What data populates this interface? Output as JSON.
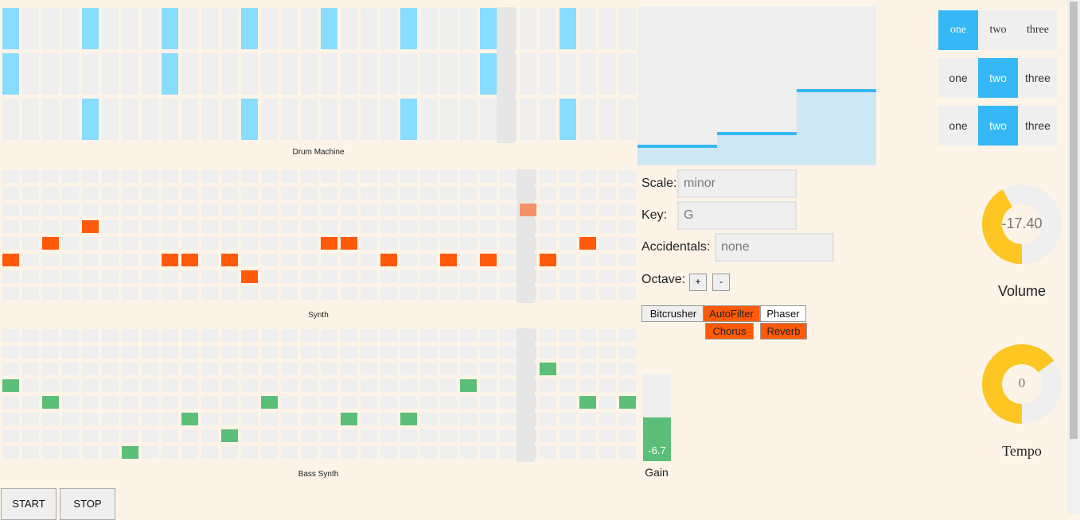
{
  "sequencers": {
    "drum": {
      "label": "Drum Machine",
      "rows": 3,
      "cols": 32,
      "active": [
        [
          0,
          4,
          8,
          12,
          16,
          20,
          24,
          28
        ],
        [
          0,
          8,
          24
        ],
        [
          4,
          12,
          20,
          28
        ]
      ],
      "playhead_col": 25
    },
    "synth": {
      "label": "Synth",
      "rows": 8,
      "cols": 32,
      "active": [
        [],
        [],
        [],
        [
          4
        ],
        [
          2,
          16,
          17,
          29
        ],
        [
          0,
          8,
          9,
          11,
          19,
          22,
          24,
          27
        ],
        [
          12
        ],
        []
      ],
      "highlight": [
        [
          2,
          26
        ]
      ],
      "playhead_col": 26
    },
    "bass": {
      "label": "Bass Synth",
      "rows": 8,
      "cols": 32,
      "active": [
        [],
        [],
        [
          27
        ],
        [
          0,
          23
        ],
        [
          2,
          13,
          29,
          31
        ],
        [
          9,
          17,
          20
        ],
        [
          11
        ],
        [
          6
        ]
      ],
      "playhead_col": 26
    }
  },
  "transport": {
    "start_label": "START",
    "stop_label": "STOP"
  },
  "multislider": {
    "values": [
      0.13,
      0.21,
      0.48
    ]
  },
  "controls": {
    "scale_label": "Scale:",
    "scale_value": "minor",
    "key_label": "Key:",
    "key_value": "G",
    "accidentals_label": "Accidentals:",
    "accidentals_value": "none",
    "octave_label": "Octave:",
    "octave_plus": "+",
    "octave_minus": "-"
  },
  "effects": [
    {
      "label": "Bitcrusher",
      "state": "off"
    },
    {
      "label": "AutoFilter",
      "state": "on"
    },
    {
      "label": "Phaser",
      "state": "off"
    },
    {
      "label": "Chorus",
      "state": "on"
    },
    {
      "label": "Reverb",
      "state": "on"
    }
  ],
  "gain": {
    "value": "-6.7",
    "label": "Gain",
    "level": 0.5
  },
  "radios": [
    {
      "options": [
        "one",
        "two",
        "three"
      ],
      "selected": 0
    },
    {
      "options": [
        "one",
        "two",
        "three"
      ],
      "selected": 1
    },
    {
      "options": [
        "one",
        "two",
        "three"
      ],
      "selected": 1
    }
  ],
  "volume": {
    "value": "-17.40",
    "label": "Volume",
    "fraction": 0.42
  },
  "tempo": {
    "value": "0",
    "label": "Tempo",
    "fraction": 0.65
  },
  "colors": {
    "drum_on": "#88dcfe",
    "synth_on": "#ff5a0a",
    "bass_on": "#5bbf79",
    "accent_blue": "#35b8f5",
    "dial_yellow": "#fdc623",
    "cell_off": "#efefef"
  }
}
